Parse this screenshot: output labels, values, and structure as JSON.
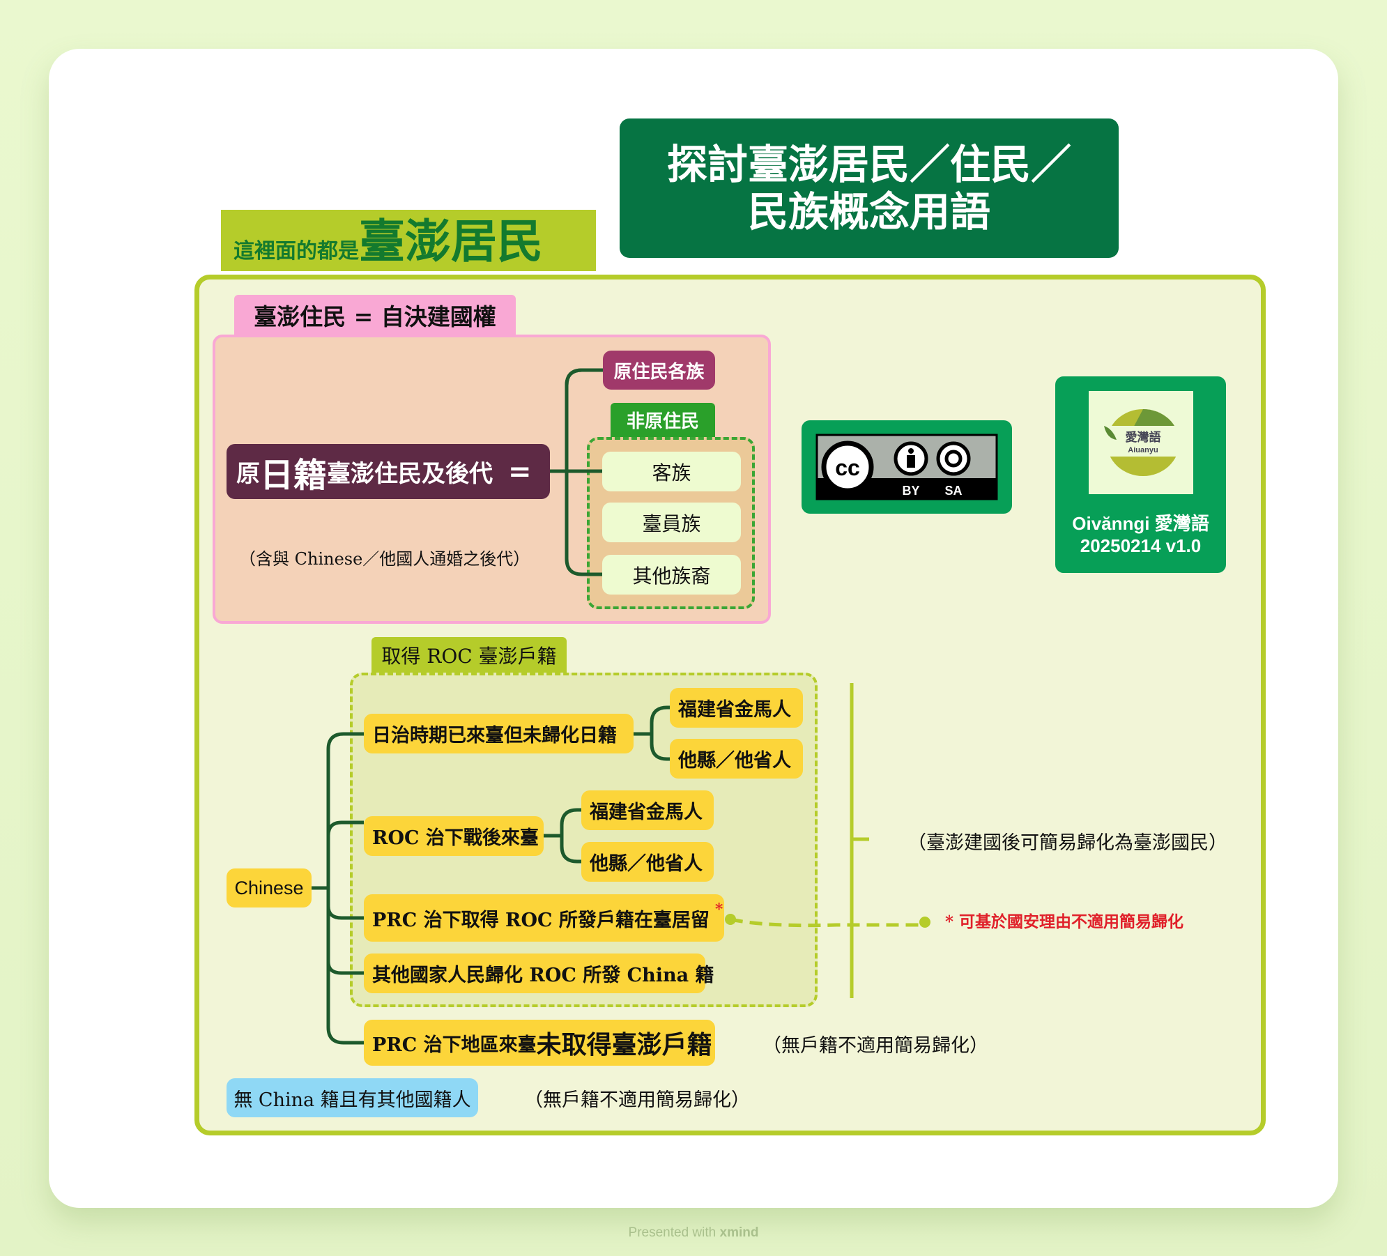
{
  "title": {
    "line1": "探討臺澎居民／住民／",
    "line2": "民族概念用語"
  },
  "residents_tab": {
    "prefix": "這裡面的都是",
    "main": "臺澎居民"
  },
  "inhabitants": {
    "tab": "臺澎住民 = 自決建國權",
    "main": {
      "p1": "原",
      "p2": "日籍",
      "p3": "臺澎住民及後代",
      "eq": "="
    },
    "note": "（含與 Chinese／他國人通婚之後代）",
    "indigenous": "原住民各族",
    "non_indigenous": "非原住民",
    "groups": [
      "客族",
      "臺員族",
      "其他族裔"
    ]
  },
  "license": {
    "by": "BY",
    "sa": "SA",
    "cc": "cc"
  },
  "brand": {
    "logo_text": "愛灣語",
    "logo_sub": "Aiuanyu",
    "name": "Oivănngi 愛灣語",
    "version": "20250214 v1.0"
  },
  "roc": {
    "tab": "取得 ROC 臺澎戶籍",
    "root": "Chinese",
    "japan_era": "日治時期已來臺但未歸化日籍",
    "postwar": "ROC 治下戰後來臺",
    "sub": [
      "福建省金馬人",
      "他縣／他省人"
    ],
    "prc_resident": "PRC 治下取得 ROC 所發戶籍在臺居留",
    "asterisk": "*",
    "naturalized": "其他國家人民歸化 ROC 所發 China 籍",
    "prc_no_reg_a": "PRC 治下地區來臺",
    "prc_no_reg_b": "未取得臺澎戶籍",
    "no_china": "無 China 籍且有其他國籍人",
    "note_simple": "（臺澎建國後可簡易歸化為臺澎國民）",
    "note_security": "* 可基於國安理由不適用簡易歸化",
    "note_no_reg": "（無戶籍不適用簡易歸化）"
  },
  "footer": {
    "text": "Presented with",
    "brand": "xmind"
  }
}
